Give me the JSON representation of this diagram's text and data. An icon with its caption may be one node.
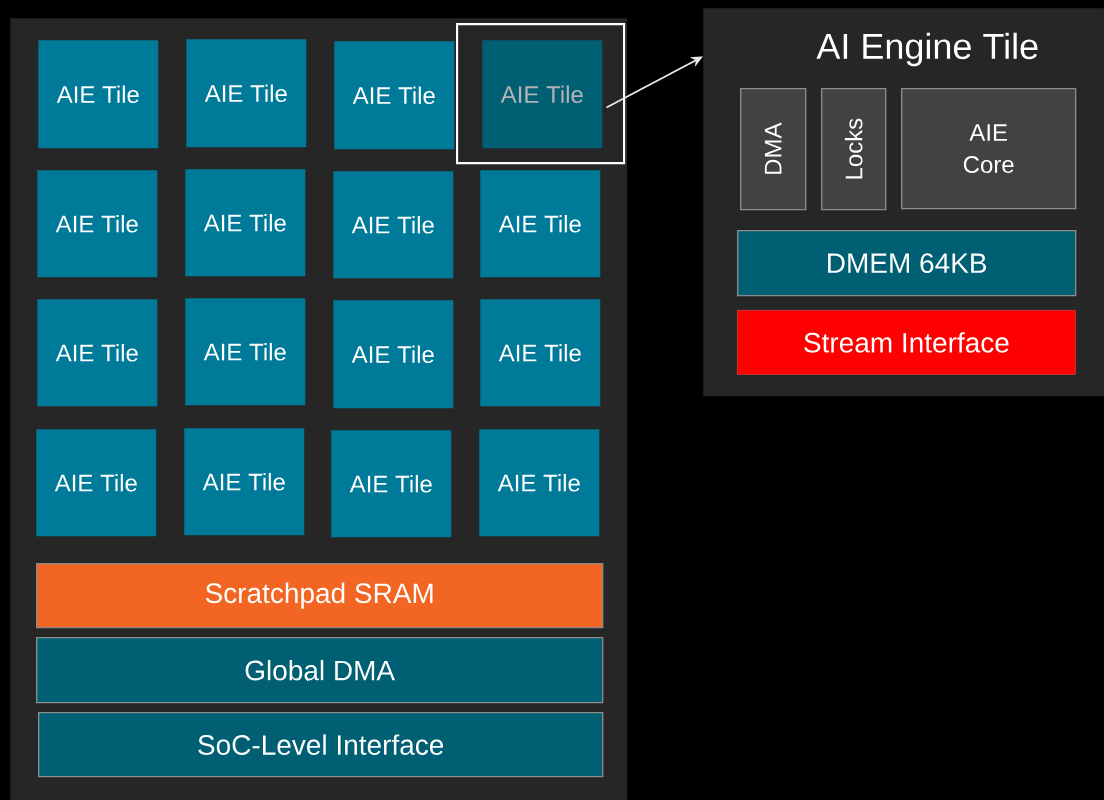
{
  "diagram": {
    "nodes": [
      {
        "text": [],
        "shape": "box"
      },
      {
        "text": [
          "AIE Tile"
        ],
        "in": 0
      },
      {
        "text": [
          "AIE Tile"
        ],
        "in": 0
      },
      {
        "text": [
          "AIE Tile"
        ],
        "in": 0
      },
      {
        "text": [],
        "shape": "box",
        "in": 0
      },
      {
        "text": [
          "AIE Tile"
        ],
        "in": 4
      },
      {
        "text": [
          "AIE Tile"
        ],
        "in": 0
      },
      {
        "text": [
          "AIE Tile"
        ],
        "in": 0
      },
      {
        "text": [
          "AIE Tile"
        ],
        "in": 0
      },
      {
        "text": [
          "AIE Tile"
        ],
        "in": 0
      },
      {
        "text": [
          "AIE Tile"
        ],
        "in": 0
      },
      {
        "text": [
          "AIE Tile"
        ],
        "in": 0
      },
      {
        "text": [
          "AIE Tile"
        ],
        "in": 0
      },
      {
        "text": [
          "AIE Tile"
        ],
        "in": 0
      },
      {
        "text": [
          "AIE Tile"
        ],
        "in": 0
      },
      {
        "text": [
          "AIE Tile"
        ],
        "in": 0
      },
      {
        "text": [
          "AIE Tile"
        ],
        "in": 0
      },
      {
        "text": [
          "AIE Tile"
        ],
        "in": 0
      },
      {
        "text": [
          "Scratchpad SRAM"
        ],
        "in": 0
      },
      {
        "text": [
          "Global DMA"
        ],
        "in": 0
      },
      {
        "text": [
          "SoC-Level Interface"
        ],
        "in": 0
      },
      {
        "text": [
          "AI Engine Tile"
        ]
      },
      {
        "text": [
          "DMA"
        ],
        "in": 21
      },
      {
        "text": [
          "Locks"
        ],
        "in": 21
      },
      {
        "text": [
          "AIE Core"
        ],
        "in": 21
      },
      {
        "text": [
          "DMEM 64KB"
        ],
        "in": 21
      },
      {
        "text": [
          "Stream Interface"
        ],
        "in": 21
      }
    ],
    "edges": [
      {
        "from": 5,
        "to": 21,
        "arrow": "to"
      }
    ]
  }
}
